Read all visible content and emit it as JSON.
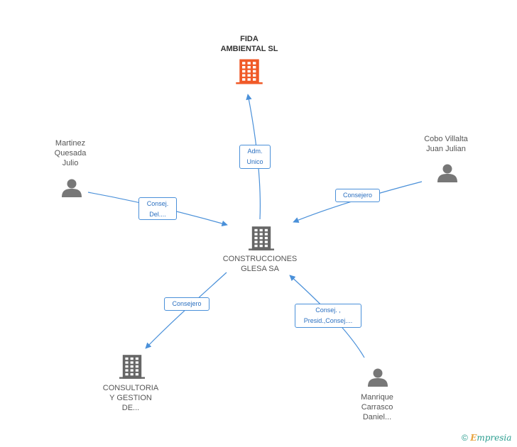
{
  "colors": {
    "edge": "#4a90d9",
    "focus_company": "#f05a28",
    "company": "#666666",
    "person": "#777777"
  },
  "nodes": [
    {
      "id": "fida",
      "type": "company",
      "focus": true,
      "label": [
        "FIDA",
        "AMBIENTAL SL"
      ],
      "icon": "building-icon"
    },
    {
      "id": "construcciones",
      "type": "company",
      "label": [
        "CONSTRUCCIONES",
        "GLESA SA"
      ],
      "icon": "building-icon"
    },
    {
      "id": "consultoria",
      "type": "company",
      "label": [
        "CONSULTORIA",
        "Y GESTION",
        "DE..."
      ],
      "icon": "building-icon"
    },
    {
      "id": "martinez",
      "type": "person",
      "label": [
        "Martinez",
        "Quesada",
        "Julio"
      ],
      "icon": "person-icon"
    },
    {
      "id": "cobo",
      "type": "person",
      "label": [
        "Cobo Villalta",
        "Juan Julian"
      ],
      "icon": "person-icon"
    },
    {
      "id": "manrique",
      "type": "person",
      "label": [
        "Manrique",
        "Carrasco",
        "Daniel..."
      ],
      "icon": "person-icon"
    }
  ],
  "edges": [
    {
      "id": "e1",
      "from": "construcciones",
      "to": "fida",
      "label": [
        "Adm.",
        "Unico"
      ]
    },
    {
      "id": "e2",
      "from": "martinez",
      "to": "construcciones",
      "label": [
        "Consej.",
        "Del...."
      ]
    },
    {
      "id": "e3",
      "from": "cobo",
      "to": "construcciones",
      "label": [
        "Consejero"
      ]
    },
    {
      "id": "e4",
      "from": "construcciones",
      "to": "consultoria",
      "label": [
        "Consejero"
      ]
    },
    {
      "id": "e5",
      "from": "manrique",
      "to": "construcciones",
      "label": [
        "Consej. ,",
        "Presid.,Consej...."
      ]
    }
  ],
  "footer": {
    "copyright": "©",
    "brand_first": "E",
    "brand_rest": "mpresia"
  }
}
